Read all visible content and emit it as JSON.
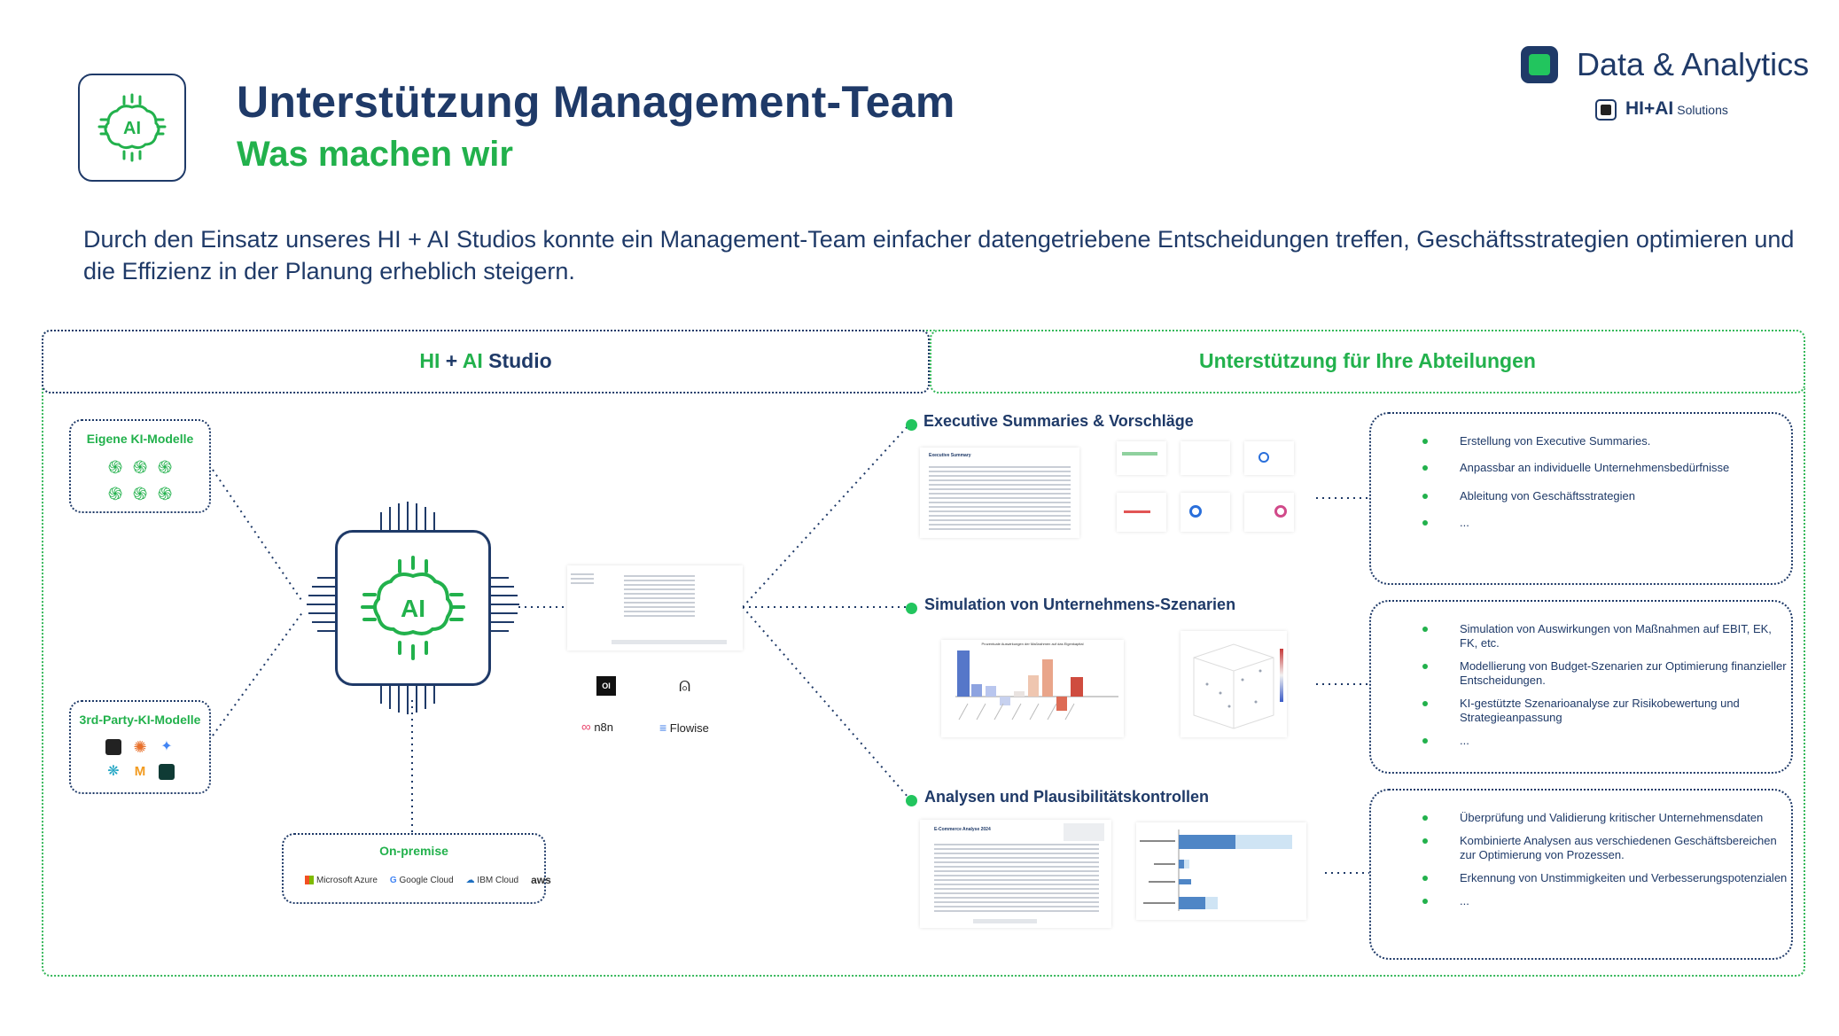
{
  "header": {
    "title": "Unterstützung Management-Team",
    "subtitle": "Was machen wir",
    "logo_icon": "ai-brain-chip-icon"
  },
  "brand": {
    "name": "Data & Analytics",
    "sub_name": "HI+AI",
    "sub_suffix": "Solutions",
    "colors": {
      "navy": "#1f3a68",
      "green": "#22b14c"
    }
  },
  "intro": "Durch den Einsatz unseres HI + AI Studios konnte ein Management-Team einfacher datengetriebene Entscheidungen treffen, Geschäftsstrategien optimieren und die Effizienz in der Planung erheblich steigern.",
  "left_panel": {
    "title_hi": "HI",
    "title_plus": "+",
    "title_ai": "AI",
    "title_rest": "Studio",
    "own_models": {
      "title": "Eigene KI-Modelle",
      "icon": "openai-brain-icon"
    },
    "third_party_models": {
      "title": "3rd-Party-KI-Modelle",
      "icons": [
        "openai-icon",
        "claude-icon",
        "gemini-icon",
        "deepseek-icon",
        "mistral-icon",
        "perplexity-icon"
      ]
    },
    "on_premise": {
      "title": "On-premise",
      "providers": [
        "Microsoft Azure",
        "Google Cloud",
        "IBM Cloud",
        "aws"
      ]
    },
    "chip_label": "AI",
    "tools": [
      "OI",
      "n8n",
      "Flowise"
    ]
  },
  "right_panel": {
    "title": "Unterstützung für Ihre Abteilungen",
    "sections": [
      {
        "title": "Executive Summaries & Vorschläge",
        "bullets": [
          "Erstellung von Executive Summaries.",
          "Anpassbar an individuelle Unternehmensbedürfnisse",
          "Ableitung von Geschäftsstrategien",
          "..."
        ],
        "doc_title": "Executive Summary"
      },
      {
        "title": "Simulation von Unternehmens-Szenarien",
        "bullets": [
          "Simulation von Auswirkungen von Maßnahmen auf EBIT, EK, FK, etc.",
          "Modellierung von Budget-Szenarien zur Optimierung finanzieller Entscheidungen.",
          "KI-gestützte Szenarioanalyse zur Risikobewertung und Strategieanpassung",
          "..."
        ],
        "chart_title": "Prozentuale Auswirkungen der Maßnahmen auf das Eigenkapital"
      },
      {
        "title": "Analysen und Plausibilitätskontrollen",
        "bullets": [
          "Überprüfung und Validierung kritischer Unternehmensdaten",
          "Kombinierte Analysen aus verschiedenen Geschäftsbereichen zur Optimierung von Prozessen.",
          "Erkennung von Unstimmigkeiten und Verbesserungspotenzialen",
          "..."
        ],
        "doc_title": "E-Commerce Analyse 2024"
      }
    ]
  }
}
